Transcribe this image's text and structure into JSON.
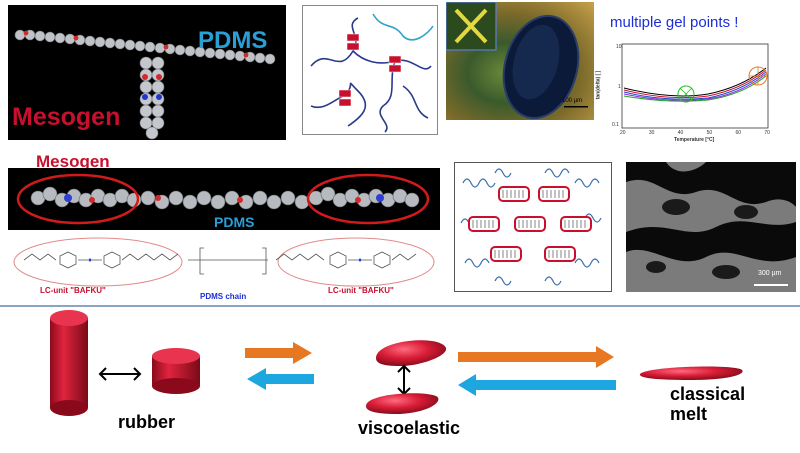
{
  "panel1": {
    "mesogen_label": "Mesogen",
    "pdms_label": "PDMS"
  },
  "panel4": {
    "title": "multiple gel points !",
    "ylabel": "tan(delta)  [ ]",
    "xlabel": "Temperature  [°C]",
    "x_ticks": [
      "20",
      "30",
      "40",
      "50",
      "60",
      "70"
    ],
    "y_ticks": [
      "10",
      "1",
      "0.1"
    ]
  },
  "panel3": {
    "scale": "100 µm"
  },
  "row2": {
    "mesogen_label": "Mesogen",
    "pdms_label": "PDMS",
    "lc_unit_left": "LC-unit \"BAFKU\"",
    "lc_unit_right": "LC-unit \"BAFKU\"",
    "pdms_chain": "PDMS chain",
    "scale": "300 µm"
  },
  "bottom": {
    "rubber": "rubber",
    "viscoelastic": "viscoelastic",
    "melt_line1": "classical",
    "melt_line2": "melt"
  },
  "colors": {
    "red": "#c8102e",
    "blue": "#2a9fd6",
    "orange": "#e87722",
    "arrow_blue": "#1ea6e0"
  }
}
